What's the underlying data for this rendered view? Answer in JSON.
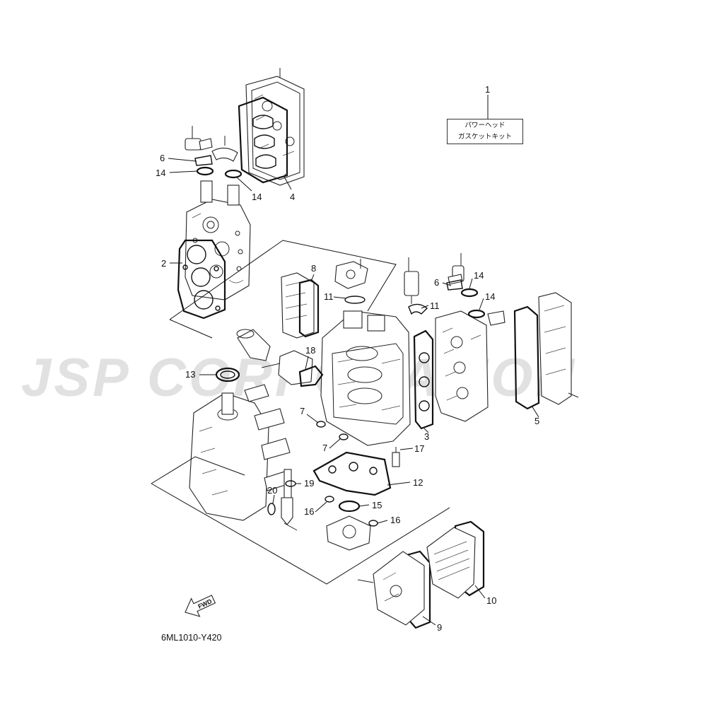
{
  "watermark": "JSP CORPORATION",
  "diagram_code": "6ML1010-Y420",
  "fwd_label": "FWD",
  "kit": {
    "ref": "1",
    "line1": "パワーヘッド",
    "line2": "ガスケットキット"
  },
  "callouts": {
    "c2": "2",
    "c3": "3",
    "c4": "4",
    "c5": "5",
    "c6a": "6",
    "c6b": "6",
    "c7a": "7",
    "c7b": "7",
    "c8": "8",
    "c9": "9",
    "c10": "10",
    "c11a": "11",
    "c11b": "11",
    "c12": "12",
    "c13": "13",
    "c14a": "14",
    "c14b": "14",
    "c14c": "14",
    "c14d": "14",
    "c15": "15",
    "c16a": "16",
    "c16b": "16",
    "c17": "17",
    "c18": "18",
    "c19": "19",
    "c20": "20"
  }
}
